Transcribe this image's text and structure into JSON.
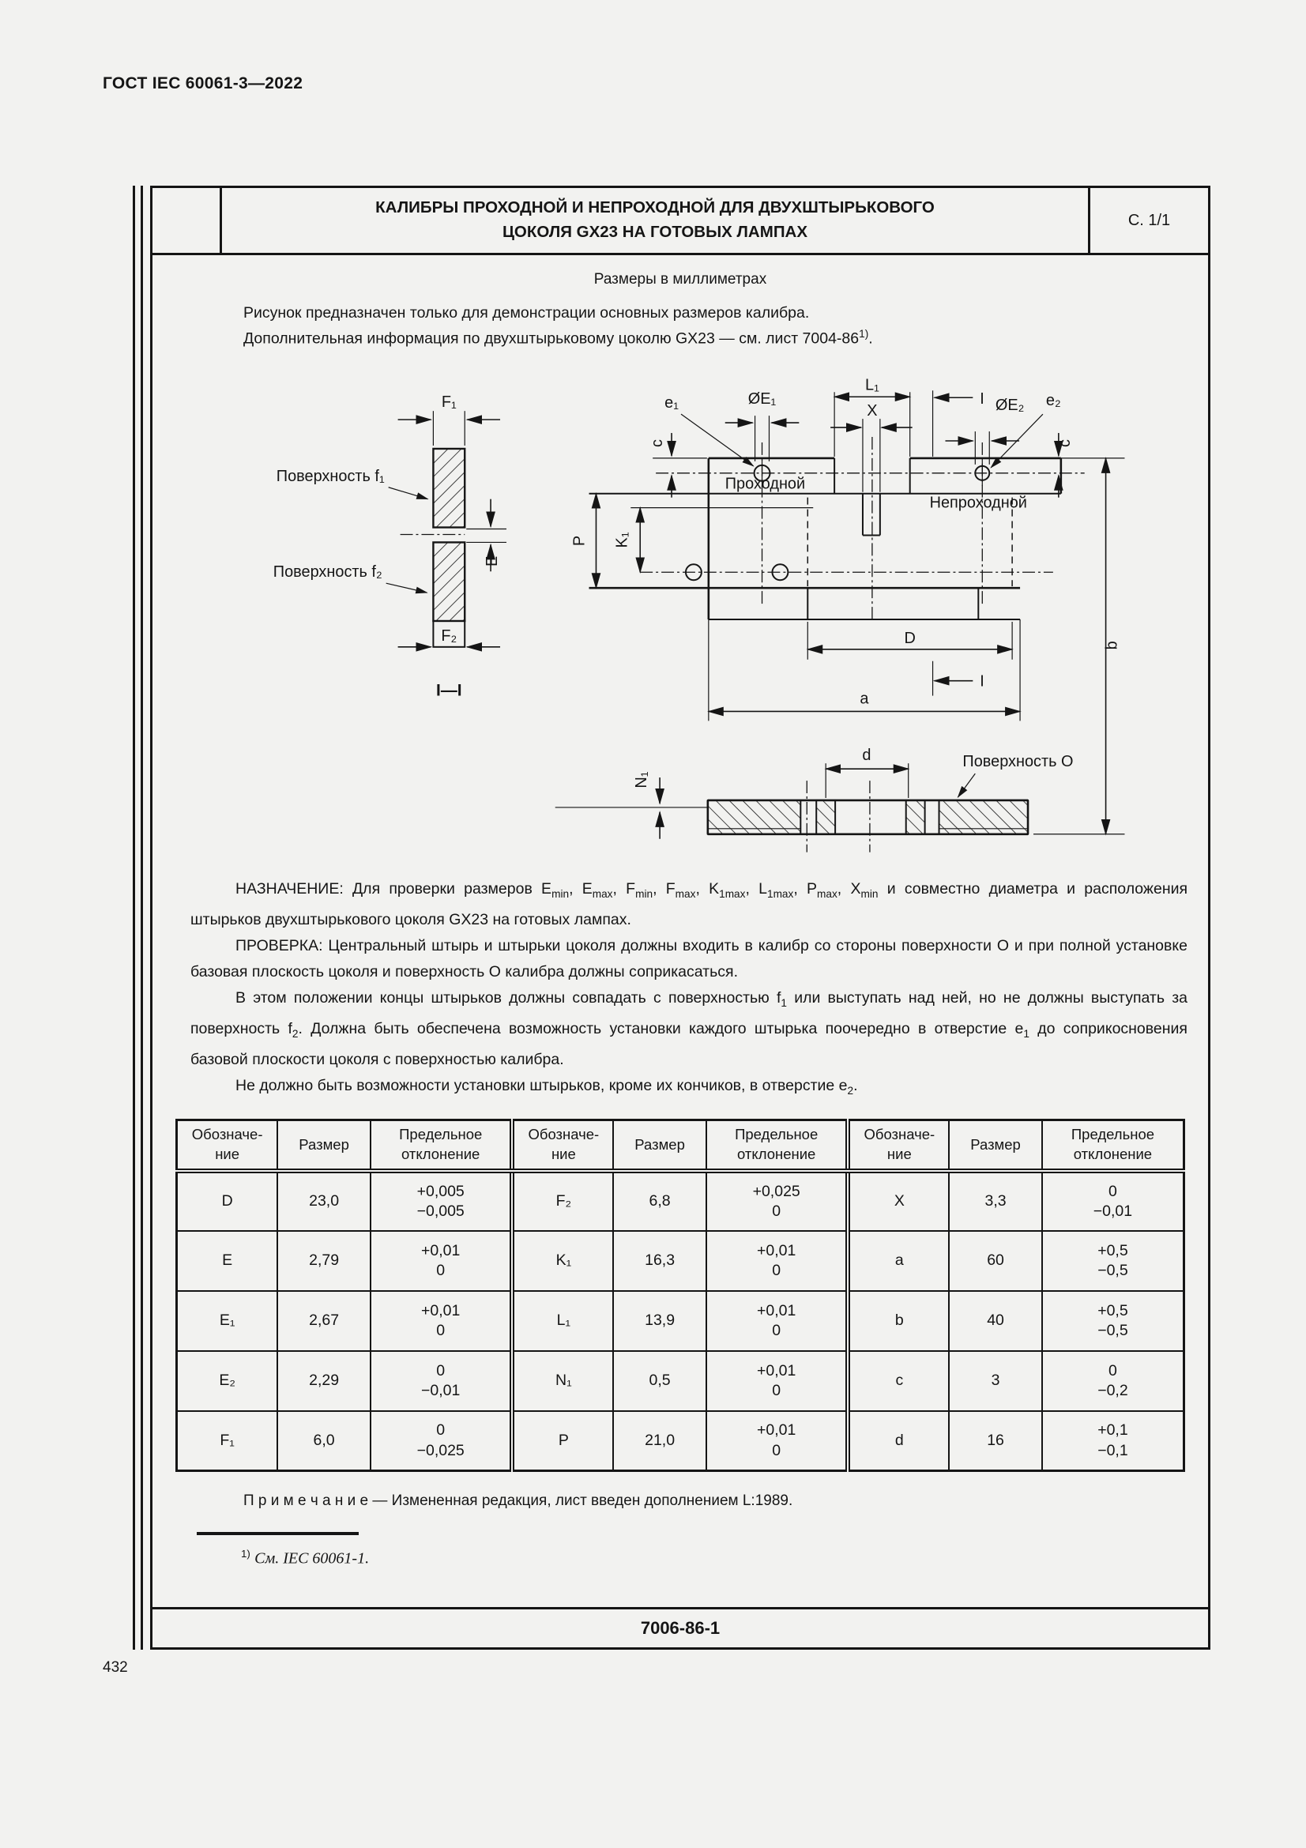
{
  "page": {
    "header": "ГОСТ IEC 60061-3—2022",
    "page_number": "432",
    "sheet_number": "7006-86-1"
  },
  "sheet": {
    "title_line1": "КАЛИБРЫ ПРОХОДНОЙ И НЕПРОХОДНОЙ ДЛЯ ДВУХШТЫРЬКОВОГО",
    "title_line2": "ЦОКОЛЯ GX23 НА ГОТОВЫХ ЛАМПАХ",
    "page_ref": "С. 1/1",
    "units_note": "Размеры в миллиметрах",
    "intro_line1": "Рисунок предназначен только для демонстрации основных размеров калибра.",
    "intro_line2_html": "Дополнительная информация по двухштырьковому цоколю GX23 — см. лист 7004-86<sup>1)</sup>."
  },
  "drawing": {
    "f1": "F₁",
    "f2": "F₂",
    "e": "E",
    "surf_f1": "Поверхность f₁",
    "surf_f2": "Поверхность f₂",
    "section": "I—I",
    "e1": "e₁",
    "oe1": "ØE₁",
    "l1": "L₁",
    "x": "X",
    "i": "I",
    "oe2": "ØE₂",
    "e2": "e₂",
    "c": "c",
    "go": "Проходной",
    "nogo": "Непроходной",
    "p": "P",
    "k1": "K₁",
    "b": "b",
    "dd": "D",
    "a": "a",
    "n1": "N₁",
    "d": "d",
    "surf_o": "Поверхность O"
  },
  "paragraphs": {
    "p1_html": "НАЗНАЧЕНИЕ: Для проверки размеров E<sub>min</sub>, E<sub>max</sub>, F<sub>min</sub>, F<sub>max</sub>, K<sub>1max</sub>, L<sub>1max</sub>, P<sub>max</sub>, X<sub>min</sub> и совместно диаметра и расположения штырьков двухштырькового цоколя GX23 на готовых лампах.",
    "p2_html": "ПРОВЕРКА: Центральный штырь и штырьки цоколя должны входить в калибр со стороны поверхности О и при полной установке базовая плоскость цоколя и поверхность О калибра должны соприкасаться.",
    "p3_html": "В этом положении концы штырьков должны совпадать с поверхностью f<sub>1</sub> или выступать над ней, но не должны выступать за поверхность f<sub>2</sub>. Должна быть обеспечена возможность установки каждого штырька поочередно в отверстие e<sub>1</sub> до соприкосновения базовой плоскости цоколя с поверхностью калибра.",
    "p4_html": "Не должно быть возможности установки штырьков, кроме их кончиков, в отверстие e<sub>2</sub>."
  },
  "table": {
    "headers": [
      "Обозначе-\nние",
      "Размер",
      "Предельное\nотклонение",
      "Обозначе-\nние",
      "Размер",
      "Предельное\nотклонение",
      "Обозначе-\nние",
      "Размер",
      "Предельное\nотклонение"
    ],
    "rows": [
      [
        "D",
        "23,0",
        "+0,005\n−0,005",
        "F₂",
        "6,8",
        "+0,025\n0",
        "X",
        "3,3",
        "0\n−0,01"
      ],
      [
        "E",
        "2,79",
        "+0,01\n0",
        "K₁",
        "16,3",
        "+0,01\n0",
        "a",
        "60",
        "+0,5\n−0,5"
      ],
      [
        "E₁",
        "2,67",
        "+0,01\n0",
        "L₁",
        "13,9",
        "+0,01\n0",
        "b",
        "40",
        "+0,5\n−0,5"
      ],
      [
        "E₂",
        "2,29",
        "0\n−0,01",
        "N₁",
        "0,5",
        "+0,01\n0",
        "c",
        "3",
        "0\n−0,2"
      ],
      [
        "F₁",
        "6,0",
        "0\n−0,025",
        "P",
        "21,0",
        "+0,01\n0",
        "d",
        "16",
        "+0,1\n−0,1"
      ]
    ]
  },
  "note_html": "П р и м е ч а н и е — Измененная редакция, лист введен дополнением L:1989.",
  "footnote_html": "<sup>1)</sup> <i>См. IEC 60061-1.</i>"
}
